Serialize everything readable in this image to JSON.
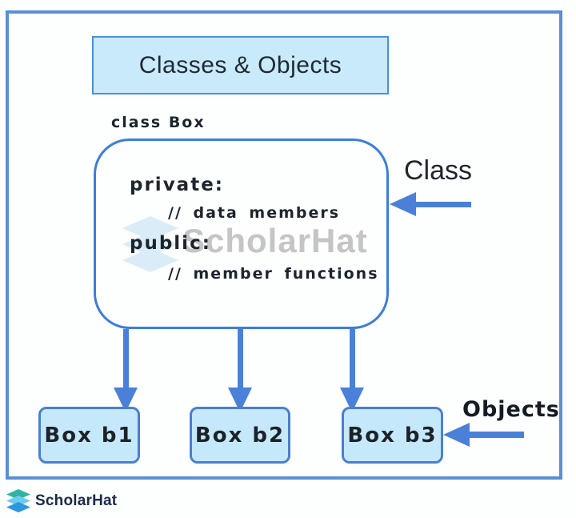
{
  "title": "Classes & Objects",
  "class_box": {
    "name": "class Box",
    "private_label": "private:",
    "private_comment": "// data members",
    "public_label": "public:",
    "public_comment": "// member functions"
  },
  "callouts": {
    "class_label": "Class",
    "objects_label": "Objects"
  },
  "object_boxes": [
    {
      "label": "Box b1"
    },
    {
      "label": "Box b2"
    },
    {
      "label": "Box b3"
    }
  ],
  "watermark": {
    "text": "ScholarHat"
  },
  "footer": {
    "brand": "ScholarHat"
  },
  "colors": {
    "arrow_blue": "#4a80d8",
    "frame_blue": "#5b8fd4",
    "class_box_border": "#3d7ed8",
    "title_fill": "#c9eafb",
    "object_fill": "#c5e9fa",
    "watermark_gray": "#c5c5c5",
    "brand_navy": "#1b2a47",
    "logo_teal": "#2fb3a3",
    "logo_light_blue": "#6fcbee",
    "logo_blue": "#2d97de"
  }
}
